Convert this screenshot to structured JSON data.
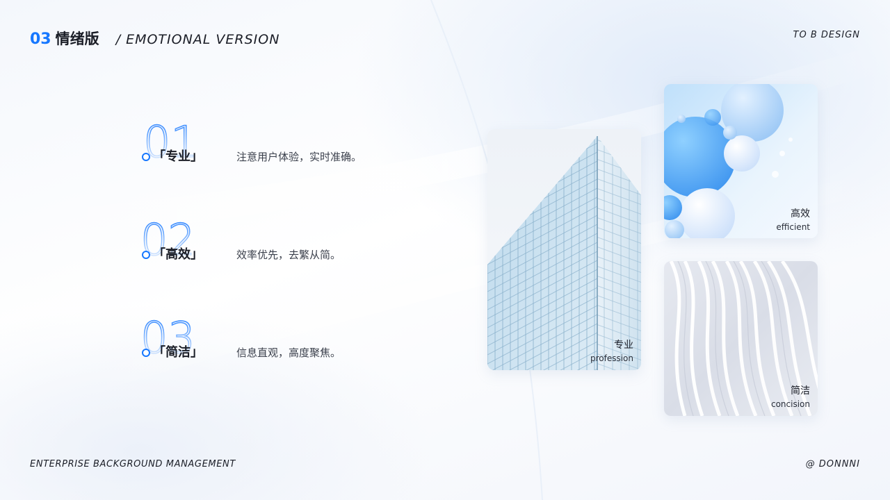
{
  "header": {
    "section_number": "03",
    "section_title": "情绪版",
    "section_subtitle": "/ EMOTIONAL VERSION",
    "right_label": "TO B DESIGN"
  },
  "features": [
    {
      "number": "01",
      "name": "「专业」",
      "description": "注意用户体验，实时准确。"
    },
    {
      "number": "02",
      "name": "「高效」",
      "description": "效率优先，去繁从简。"
    },
    {
      "number": "03",
      "name": "「简洁」",
      "description": "信息直观，高度聚焦。"
    }
  ],
  "cards": {
    "profession": {
      "cn": "专业",
      "en": "profession"
    },
    "efficient": {
      "cn": "高效",
      "en": "efficient"
    },
    "concision": {
      "cn": "简洁",
      "en": "concision"
    }
  },
  "footer": {
    "left": "ENTERPRISE BACKGROUND MANAGEMENT",
    "right": "@ DONNNI"
  },
  "colors": {
    "accent": "#1677ff",
    "text": "#1a1d26"
  }
}
